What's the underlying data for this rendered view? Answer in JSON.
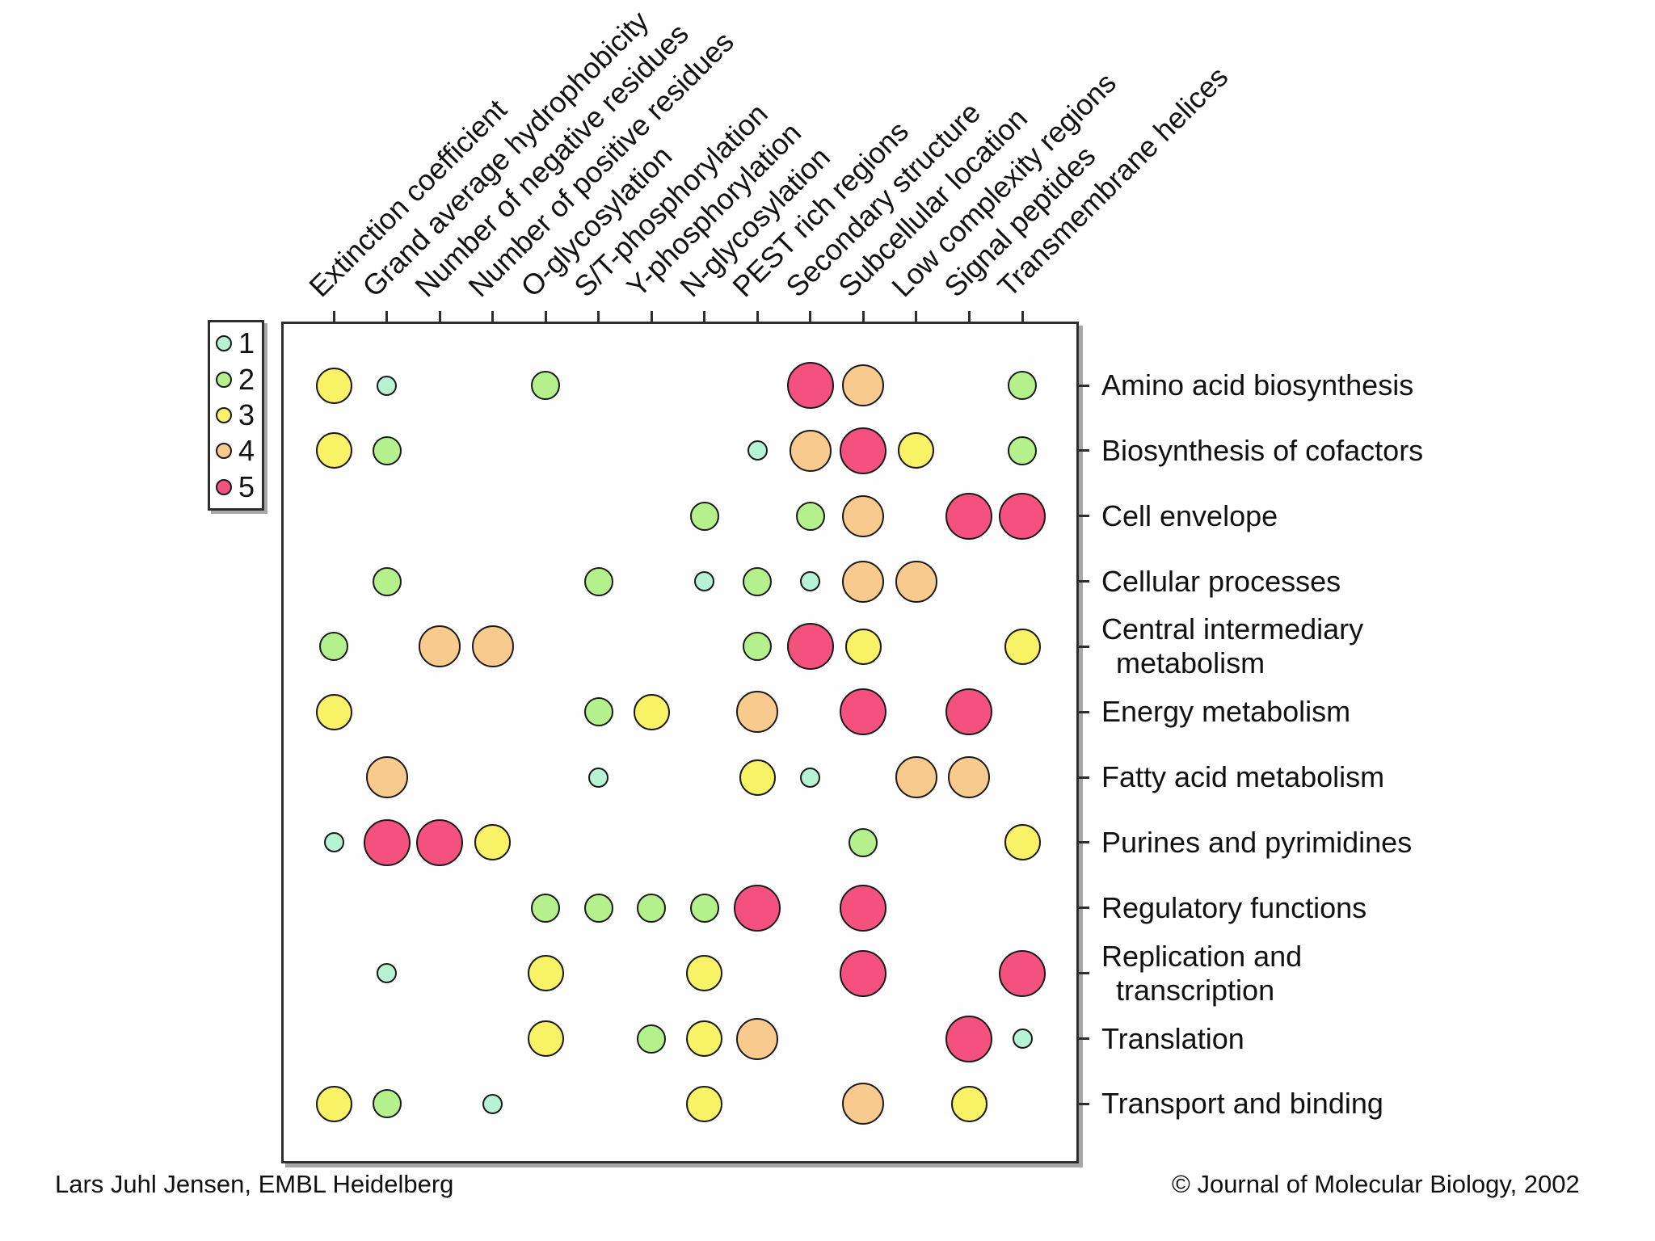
{
  "footer": {
    "left": "Lars Juhl Jensen, EMBL Heidelberg",
    "right": "© Journal of Molecular Biology, 2002"
  },
  "chart_data": {
    "type": "scatter",
    "subtype": "bubble-matrix",
    "description": "Bubble matrix of protein feature types (columns) vs functional categories (rows); bubble value 1-5 encoded by both size (small to large) and color (legend).",
    "columns": [
      "Extinction coefficient",
      "Grand average hydrophobicity",
      "Number of negative residues",
      "Number of positive residues",
      "O-glycosylation",
      "S/T-phosphorylation",
      "Y-phosphorylation",
      "N-glycosylation",
      "PEST rich regions",
      "Secondary structure",
      "Subcellular location",
      "Low complexity regions",
      "Signal peptides",
      "Transmembrane helices"
    ],
    "rows": [
      [
        "Amino acid biosynthesis"
      ],
      [
        "Biosynthesis of cofactors"
      ],
      [
        "Cell envelope"
      ],
      [
        "Cellular processes"
      ],
      [
        "Central intermediary",
        "metabolism"
      ],
      [
        "Energy metabolism"
      ],
      [
        "Fatty acid metabolism"
      ],
      [
        "Purines and pyrimidines"
      ],
      [
        "Regulatory functions"
      ],
      [
        "Replication and",
        "transcription"
      ],
      [
        "Translation"
      ],
      [
        "Transport and binding"
      ]
    ],
    "legend": [
      {
        "value": "1",
        "color": "#b6f2d4"
      },
      {
        "value": "2",
        "color": "#b4f18c"
      },
      {
        "value": "3",
        "color": "#f7f266"
      },
      {
        "value": "4",
        "color": "#f8ca8e"
      },
      {
        "value": "5",
        "color": "#f4517e"
      }
    ],
    "legend_position": "top-left outside plot",
    "grid": false,
    "points_format": "[row_index, col_index, value]",
    "points": [
      [
        0,
        0,
        3
      ],
      [
        0,
        1,
        1
      ],
      [
        0,
        4,
        2
      ],
      [
        0,
        9,
        5
      ],
      [
        0,
        10,
        4
      ],
      [
        0,
        13,
        2
      ],
      [
        1,
        0,
        3
      ],
      [
        1,
        1,
        2
      ],
      [
        1,
        8,
        1
      ],
      [
        1,
        9,
        4
      ],
      [
        1,
        10,
        5
      ],
      [
        1,
        11,
        3
      ],
      [
        1,
        13,
        2
      ],
      [
        2,
        7,
        2
      ],
      [
        2,
        9,
        2
      ],
      [
        2,
        10,
        4
      ],
      [
        2,
        12,
        5
      ],
      [
        2,
        13,
        5
      ],
      [
        3,
        1,
        2
      ],
      [
        3,
        5,
        2
      ],
      [
        3,
        7,
        1
      ],
      [
        3,
        8,
        2
      ],
      [
        3,
        9,
        1
      ],
      [
        3,
        10,
        4
      ],
      [
        3,
        11,
        4
      ],
      [
        4,
        0,
        2
      ],
      [
        4,
        2,
        4
      ],
      [
        4,
        3,
        4
      ],
      [
        4,
        8,
        2
      ],
      [
        4,
        9,
        5
      ],
      [
        4,
        10,
        3
      ],
      [
        4,
        13,
        3
      ],
      [
        5,
        0,
        3
      ],
      [
        5,
        5,
        2
      ],
      [
        5,
        6,
        3
      ],
      [
        5,
        8,
        4
      ],
      [
        5,
        10,
        5
      ],
      [
        5,
        12,
        5
      ],
      [
        6,
        1,
        4
      ],
      [
        6,
        5,
        1
      ],
      [
        6,
        8,
        3
      ],
      [
        6,
        9,
        1
      ],
      [
        6,
        11,
        4
      ],
      [
        6,
        12,
        4
      ],
      [
        7,
        0,
        1
      ],
      [
        7,
        1,
        5
      ],
      [
        7,
        2,
        5
      ],
      [
        7,
        3,
        3
      ],
      [
        7,
        10,
        2
      ],
      [
        7,
        13,
        3
      ],
      [
        8,
        4,
        2
      ],
      [
        8,
        5,
        2
      ],
      [
        8,
        6,
        2
      ],
      [
        8,
        7,
        2
      ],
      [
        8,
        8,
        5
      ],
      [
        8,
        10,
        5
      ],
      [
        9,
        1,
        1
      ],
      [
        9,
        4,
        3
      ],
      [
        9,
        7,
        3
      ],
      [
        9,
        10,
        5
      ],
      [
        9,
        13,
        5
      ],
      [
        10,
        4,
        3
      ],
      [
        10,
        6,
        2
      ],
      [
        10,
        7,
        3
      ],
      [
        10,
        8,
        4
      ],
      [
        10,
        12,
        5
      ],
      [
        10,
        13,
        1
      ],
      [
        11,
        0,
        3
      ],
      [
        11,
        1,
        2
      ],
      [
        11,
        3,
        1
      ],
      [
        11,
        7,
        3
      ],
      [
        11,
        10,
        4
      ],
      [
        11,
        12,
        3
      ]
    ]
  }
}
